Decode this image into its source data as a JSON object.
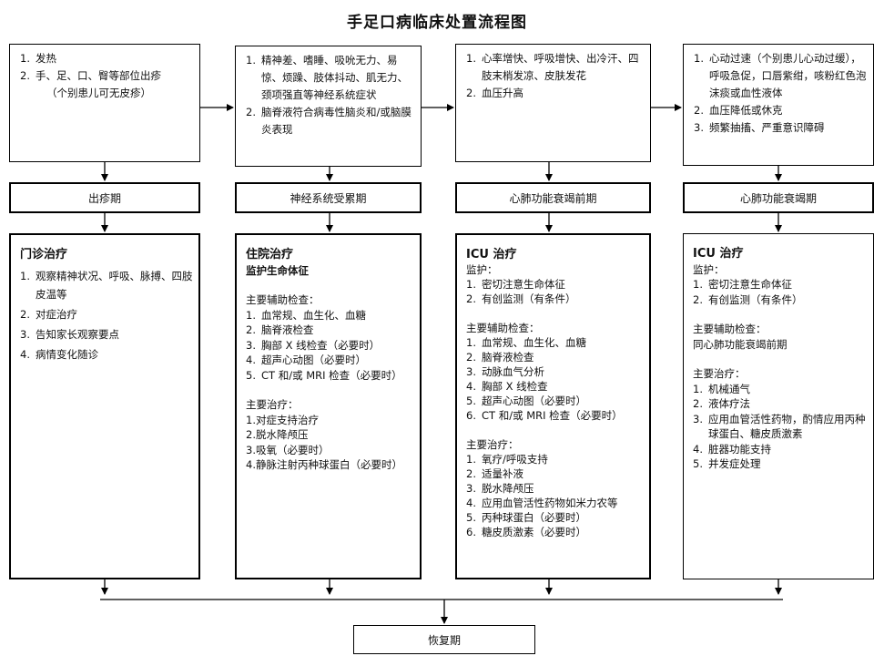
{
  "title": "手足口病临床处置流程图",
  "columns": [
    {
      "symptoms": [
        {
          "n": "1.",
          "t": "发热"
        },
        {
          "n": "2.",
          "t": "手、足、口、臀等部位出疹"
        },
        {
          "n": "",
          "t": "（个别患儿可无皮疹）"
        }
      ],
      "stage": "出疹期",
      "treatment": {
        "heading": "门诊治疗",
        "items": [
          {
            "n": "1.",
            "t": "观察精神状况、呼吸、脉搏、四肢皮温等"
          },
          {
            "n": "2.",
            "t": "对症治疗"
          },
          {
            "n": "3.",
            "t": "告知家长观察要点"
          },
          {
            "n": "4.",
            "t": "病情变化随诊"
          }
        ]
      }
    },
    {
      "symptoms": [
        {
          "n": "1.",
          "t": "精神差、嗜睡、吸吮无力、易惊、烦躁、肢体抖动、肌无力、颈项强直等神经系统症状"
        },
        {
          "n": "2.",
          "t": "脑脊液符合病毒性脑炎和/或脑膜炎表现"
        }
      ],
      "stage": "神经系统受累期",
      "treatment": {
        "heading": "住院治疗",
        "subheading": "监护生命体征",
        "aux_label": "主要辅助检查：",
        "aux": [
          {
            "n": "1.",
            "t": "血常规、血生化、血糖"
          },
          {
            "n": "2.",
            "t": "脑脊液检查"
          },
          {
            "n": "3.",
            "t": "胸部 X 线检查（必要时）"
          },
          {
            "n": "4.",
            "t": "超声心动图（必要时）"
          },
          {
            "n": "5.",
            "t": "CT 和/或 MRI 检查（必要时）"
          }
        ],
        "main_label": "主要治疗：",
        "main": [
          {
            "n": "",
            "t": "1.对症支持治疗"
          },
          {
            "n": "",
            "t": "2.脱水降颅压"
          },
          {
            "n": "",
            "t": "3.吸氧（必要时）"
          },
          {
            "n": "",
            "t": "4.静脉注射丙种球蛋白（必要时）"
          }
        ]
      }
    },
    {
      "symptoms": [
        {
          "n": "1.",
          "t": "心率增快、呼吸增快、出冷汗、四肢末梢发凉、皮肤发花"
        },
        {
          "n": "2.",
          "t": "血压升高"
        }
      ],
      "stage": "心肺功能衰竭前期",
      "treatment": {
        "heading": "ICU 治疗",
        "monitor_label": "监护：",
        "monitor": [
          {
            "n": "1.",
            "t": "密切注意生命体征"
          },
          {
            "n": "2.",
            "t": "有创监测（有条件）"
          }
        ],
        "aux_label": "主要辅助检查：",
        "aux": [
          {
            "n": "1.",
            "t": "血常规、血生化、血糖"
          },
          {
            "n": "2.",
            "t": "脑脊液检查"
          },
          {
            "n": "3.",
            "t": "动脉血气分析"
          },
          {
            "n": "4.",
            "t": "胸部 X 线检查"
          },
          {
            "n": "5.",
            "t": "超声心动图（必要时）"
          },
          {
            "n": "6.",
            "t": "CT 和/或 MRI 检查（必要时）"
          }
        ],
        "main_label": "主要治疗：",
        "main": [
          {
            "n": "1.",
            "t": "氧疗/呼吸支持"
          },
          {
            "n": "2.",
            "t": "适量补液"
          },
          {
            "n": "3.",
            "t": "脱水降颅压"
          },
          {
            "n": "4.",
            "t": "应用血管活性药物如米力农等"
          },
          {
            "n": "5.",
            "t": "丙种球蛋白（必要时）"
          },
          {
            "n": "6.",
            "t": "糖皮质激素（必要时）"
          }
        ]
      }
    },
    {
      "symptoms": [
        {
          "n": "1.",
          "t": "心动过速（个别患儿心动过缓），呼吸急促，口唇紫绀，咳粉红色泡沫痰或血性液体"
        },
        {
          "n": "2.",
          "t": "血压降低或休克"
        },
        {
          "n": "3.",
          "t": "频繁抽搐、严重意识障碍"
        }
      ],
      "stage": "心肺功能衰竭期",
      "treatment": {
        "heading": "ICU 治疗",
        "monitor_label": "监护：",
        "monitor": [
          {
            "n": "1.",
            "t": "密切注意生命体征"
          },
          {
            "n": "2.",
            "t": "有创监测（有条件）"
          }
        ],
        "aux_label": "主要辅助检查：",
        "aux_text": "同心肺功能衰竭前期",
        "main_label": "主要治疗：",
        "main": [
          {
            "n": "1.",
            "t": "机械通气"
          },
          {
            "n": "2.",
            "t": "液体疗法"
          },
          {
            "n": "3.",
            "t": "应用血管活性药物，酌情应用丙种球蛋白、糖皮质激素"
          },
          {
            "n": "4.",
            "t": "脏器功能支持"
          },
          {
            "n": "5.",
            "t": "并发症处理"
          }
        ]
      }
    }
  ],
  "recovery": "恢复期"
}
